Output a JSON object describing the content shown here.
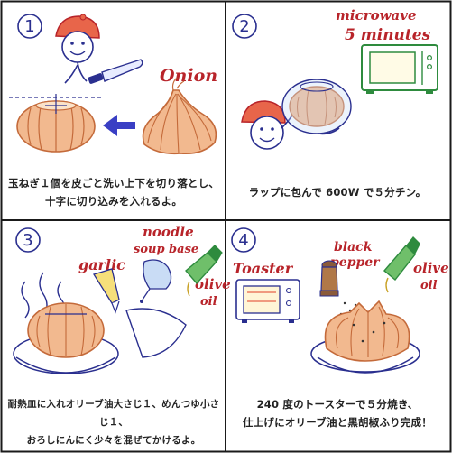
{
  "panels": [
    {
      "number": "1",
      "label": "Onion",
      "caption_lines": [
        "玉ねぎ１個を皮ごと洗い上下を切り落とし、",
        "十字に切り込みを入れるよ。"
      ]
    },
    {
      "number": "2",
      "label_lines": [
        "microwave",
        "5 minutes"
      ],
      "caption_lines": [
        "ラップに包んで 600W で５分チン。"
      ]
    },
    {
      "number": "3",
      "labels": {
        "garlic": "garlic",
        "noodle_lines": [
          "noodle",
          "soup base"
        ],
        "olive_lines": [
          "olive",
          "oil"
        ]
      },
      "caption_lines": [
        "耐熱皿に入れオリーブ油大さじ１、めんつゆ小さじ１、",
        "おろしにんにく少々を混ぜてかけるよ。"
      ]
    },
    {
      "number": "4",
      "labels": {
        "toaster": "Toaster",
        "pepper_lines": [
          "black",
          "pepper"
        ],
        "olive_lines": [
          "olive",
          "oil"
        ]
      },
      "caption_lines": [
        "240 度のトースターで５分焼き、",
        "仕上げにオリーブ油と黒胡椒ふり完成！"
      ]
    }
  ],
  "colors": {
    "border": "#1a1a1a",
    "onion": "#f2b98f",
    "onion_line": "#c46a3a",
    "ink": "#2a2f8f",
    "red": "#b8242a",
    "green": "#2e8b3e"
  }
}
